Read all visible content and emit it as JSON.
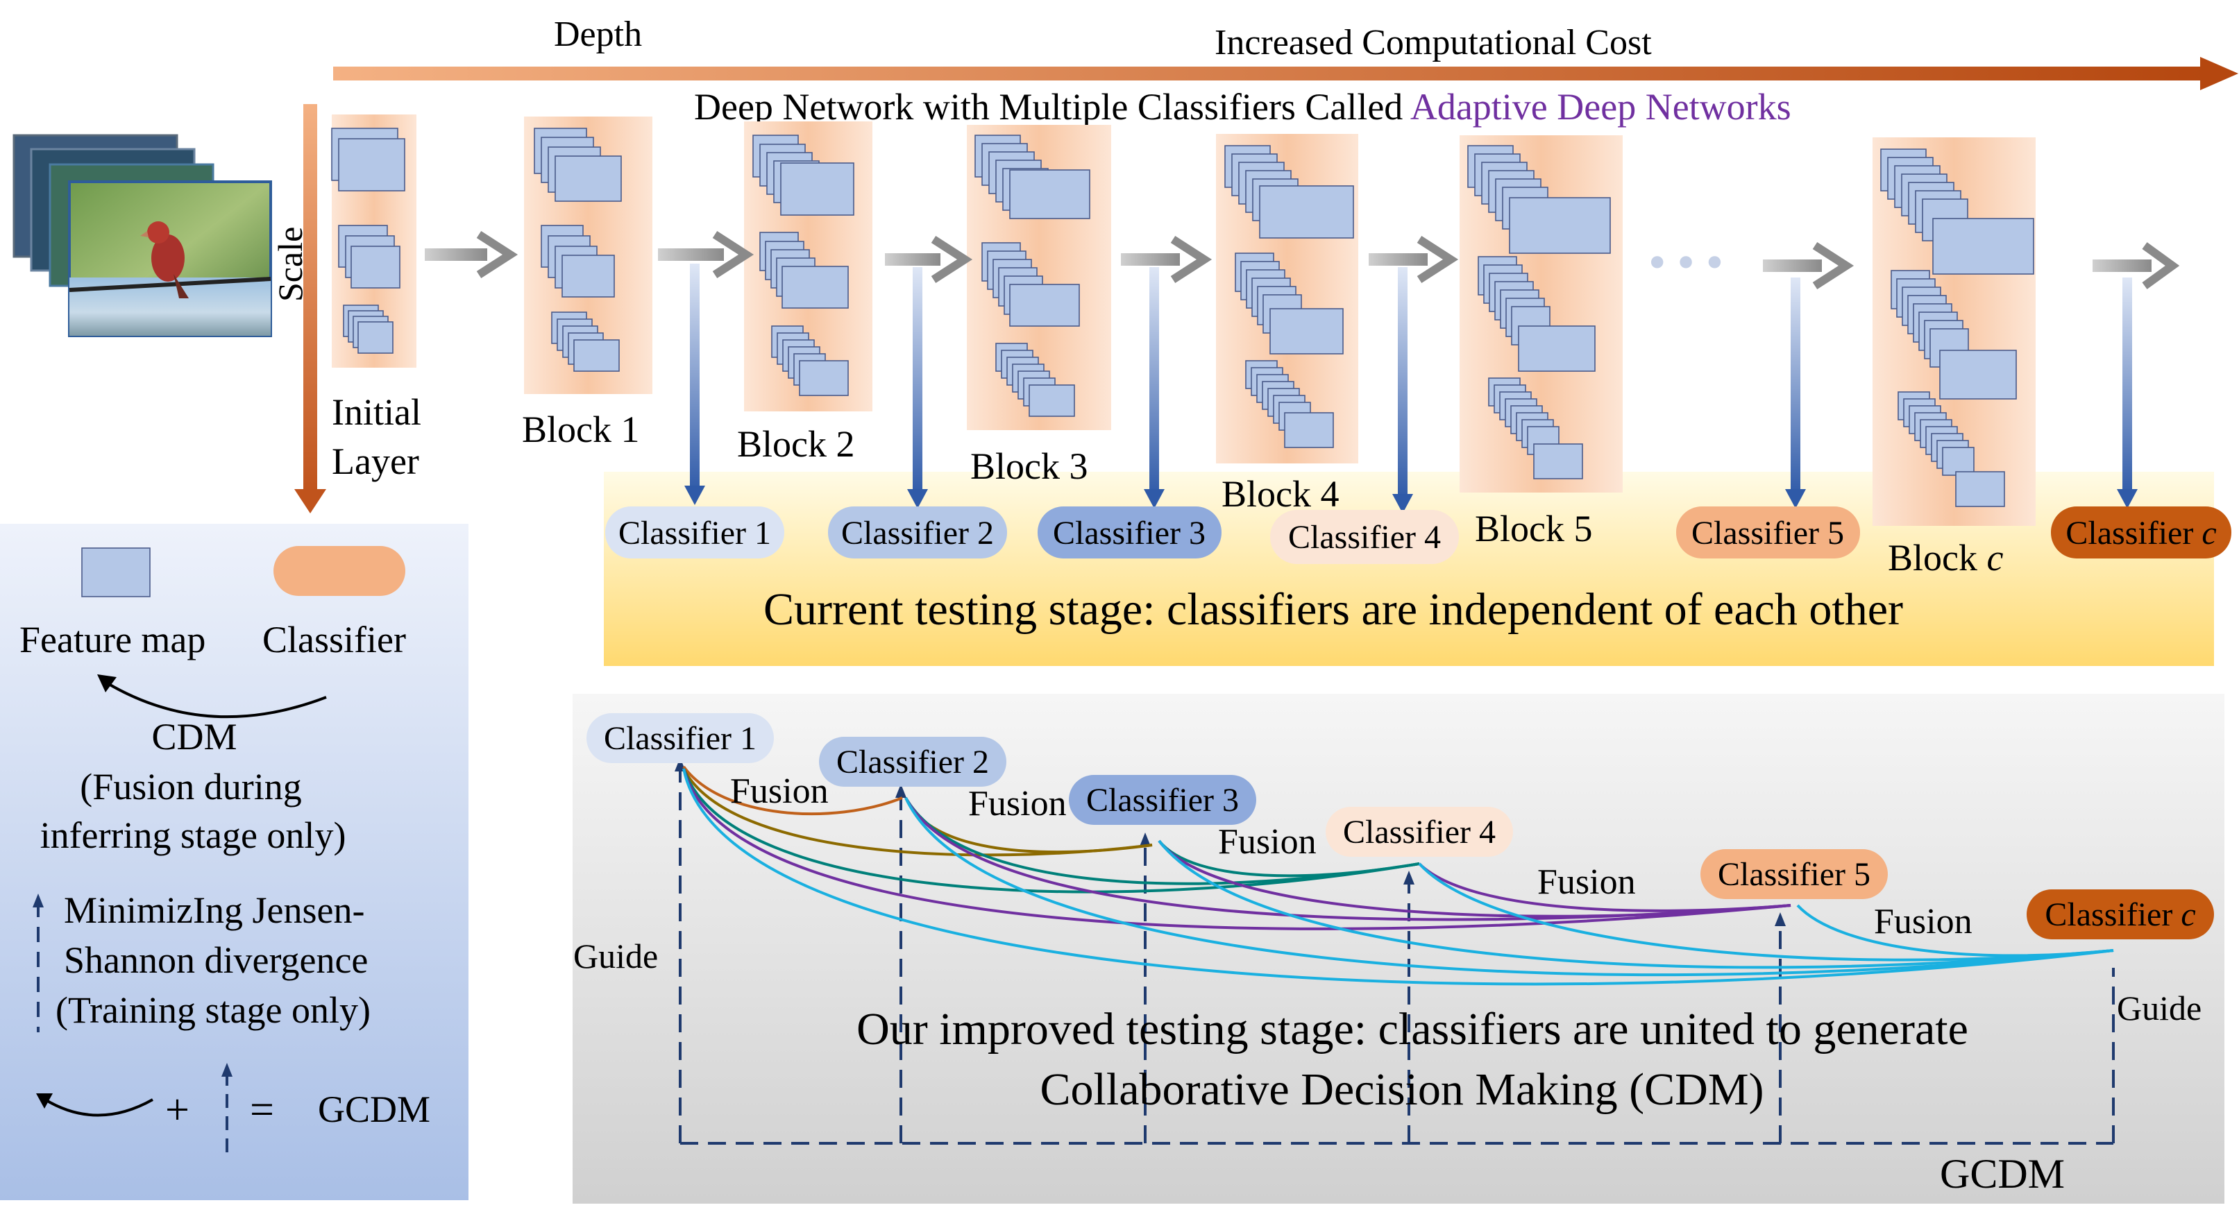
{
  "top": {
    "depth_label": "Depth",
    "cost_label": "Increased Computational Cost",
    "network_title": "Deep Network with Multiple Classifiers Called ",
    "network_title_highlight": "Adaptive Deep Networks",
    "scale_label": "Scale"
  },
  "blocks": [
    {
      "line1": "Initial",
      "line2": "Layer"
    },
    {
      "line1": "Block 1"
    },
    {
      "line1": "Block 2"
    },
    {
      "line1": "Block 3"
    },
    {
      "line1": "Block 4"
    },
    {
      "line1": "Block 5"
    },
    {
      "line1": "Block ",
      "italic": "c"
    }
  ],
  "ellipsis": "•••",
  "top_classifiers": [
    {
      "label": "Classifier 1"
    },
    {
      "label": "Classifier 2"
    },
    {
      "label": "Classifier 3"
    },
    {
      "label": "Classifier 4"
    },
    {
      "label": "Classifier 5"
    },
    {
      "label": "Classifier ",
      "italic": "c"
    }
  ],
  "current_stage_text": "Current testing stage: classifiers are independent of each other",
  "legend": {
    "feature_map": "Feature map",
    "classifier": "Classifier",
    "cdm": "CDM",
    "cdm_desc1": "(Fusion during",
    "cdm_desc2": "inferring stage only)",
    "js_desc1": "MinimizIng Jensen-",
    "js_desc2": "Shannon divergence",
    "js_desc3": "(Training stage only)",
    "plus": "+",
    "equals": "=",
    "gcdm": "GCDM"
  },
  "bottom": {
    "classifiers": [
      {
        "label": "Classifier 1"
      },
      {
        "label": "Classifier 2"
      },
      {
        "label": "Classifier 3"
      },
      {
        "label": "Classifier 4"
      },
      {
        "label": "Classifier 5"
      },
      {
        "label": "Classifier ",
        "italic": "c"
      }
    ],
    "fusion_label": "Fusion",
    "guide_label": "Guide",
    "improved_line1": "Our improved testing stage: classifiers are united to generate",
    "improved_line2": "Collaborative Decision Making (CDM)",
    "gcdm_label": "GCDM"
  },
  "colors": {
    "cost_arrow": "#c0531c",
    "highlight_text": "#7030a0",
    "block_fill": "#f8c9a8",
    "feature_map": "#b4c7e7",
    "classifier_1": "#dae3f3",
    "classifier_2": "#b4c7e7",
    "classifier_3": "#8faadc",
    "classifier_4": "#fbe5d6",
    "classifier_5": "#f4b183",
    "classifier_c": "#c55a11",
    "fusion_curve_brown": "#c0611b",
    "fusion_curve_olive": "#8c6a00",
    "fusion_curve_teal": "#00807a",
    "fusion_curve_purple": "#7030a0",
    "fusion_curve_blue": "#1ab0e0",
    "guide_dash": "#1f3a6e"
  }
}
